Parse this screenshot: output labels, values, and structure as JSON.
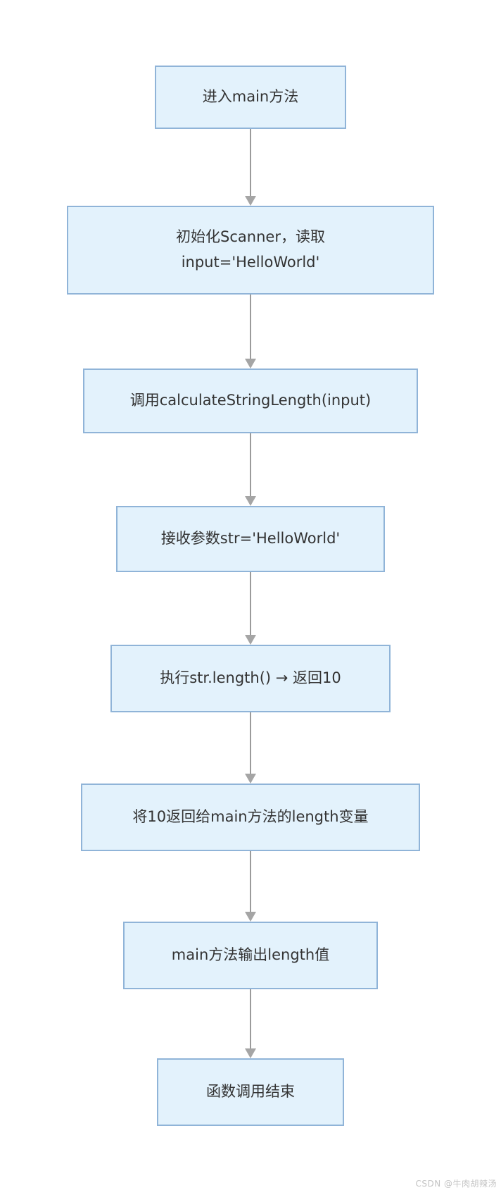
{
  "flowchart": {
    "type": "linear-top-down",
    "nodes": [
      {
        "id": "enter-main",
        "label": "进入main方法"
      },
      {
        "id": "init-scanner",
        "label": "初始化Scanner，读取",
        "label2": "input='HelloWorld'"
      },
      {
        "id": "call-calculate",
        "label": "调用calculateStringLength(input)"
      },
      {
        "id": "receive-param",
        "label": "接收参数str='HelloWorld'"
      },
      {
        "id": "execute-length",
        "label": "执行str.length() → 返回10"
      },
      {
        "id": "return-to-main",
        "label": "将10返回给main方法的length变量"
      },
      {
        "id": "output-length",
        "label": "main方法输出length值"
      },
      {
        "id": "end-call",
        "label": "函数调用结束"
      }
    ],
    "edges": [
      [
        "enter-main",
        "init-scanner"
      ],
      [
        "init-scanner",
        "call-calculate"
      ],
      [
        "call-calculate",
        "receive-param"
      ],
      [
        "receive-param",
        "execute-length"
      ],
      [
        "execute-length",
        "return-to-main"
      ],
      [
        "return-to-main",
        "output-length"
      ],
      [
        "output-length",
        "end-call"
      ]
    ],
    "colors": {
      "node_fill": "#e3f2fc",
      "node_border": "#90b4d8",
      "node_text": "#333333",
      "arrow": "#9b9b9b",
      "background": "#ffffff",
      "watermark_text_color": "#c4c4c4"
    }
  },
  "watermark": {
    "text": "CSDN @牛肉胡辣汤"
  }
}
